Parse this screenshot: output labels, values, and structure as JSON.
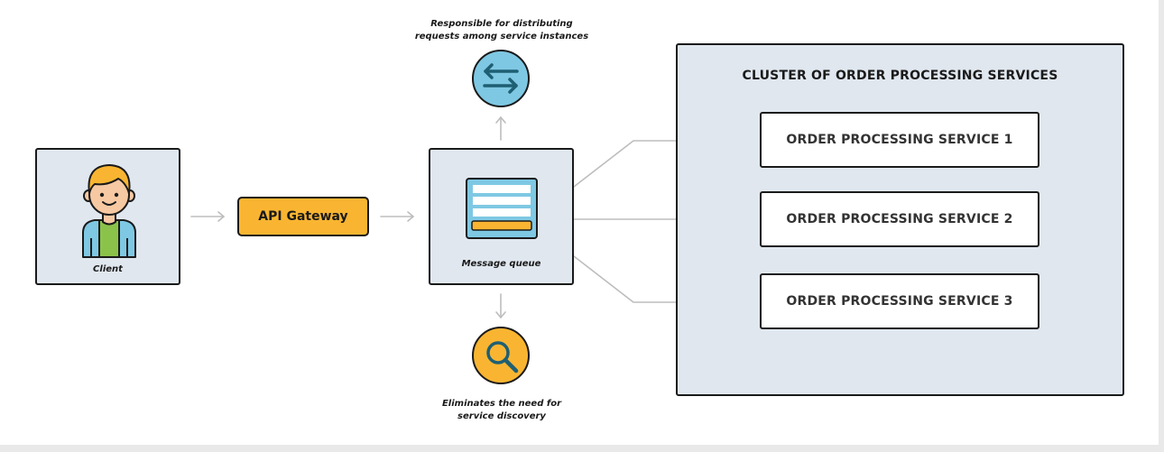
{
  "client": {
    "label": "Client"
  },
  "gateway": {
    "label": "API Gateway"
  },
  "queue": {
    "label": "Message queue"
  },
  "balancer": {
    "caption_line1": "Responsible for distributing",
    "caption_line2": "requests among service instances",
    "icon": "swap-arrows-icon"
  },
  "discovery": {
    "caption_line1": "Eliminates the need for",
    "caption_line2": "service discovery",
    "icon": "magnifier-icon"
  },
  "cluster": {
    "title": "CLUSTER OF ORDER PROCESSING SERVICES",
    "services": [
      {
        "label": "ORDER PROCESSING SERVICE 1"
      },
      {
        "label": "ORDER PROCESSING SERVICE 2"
      },
      {
        "label": "ORDER PROCESSING SERVICE 3"
      }
    ]
  },
  "colors": {
    "box_fill": "#e0e7ef",
    "gateway_fill": "#f9b531",
    "balancer_fill": "#7ec8e3",
    "discovery_fill": "#f9b531",
    "arrow": "#bdbdbd",
    "outline": "#1a1a1a"
  }
}
